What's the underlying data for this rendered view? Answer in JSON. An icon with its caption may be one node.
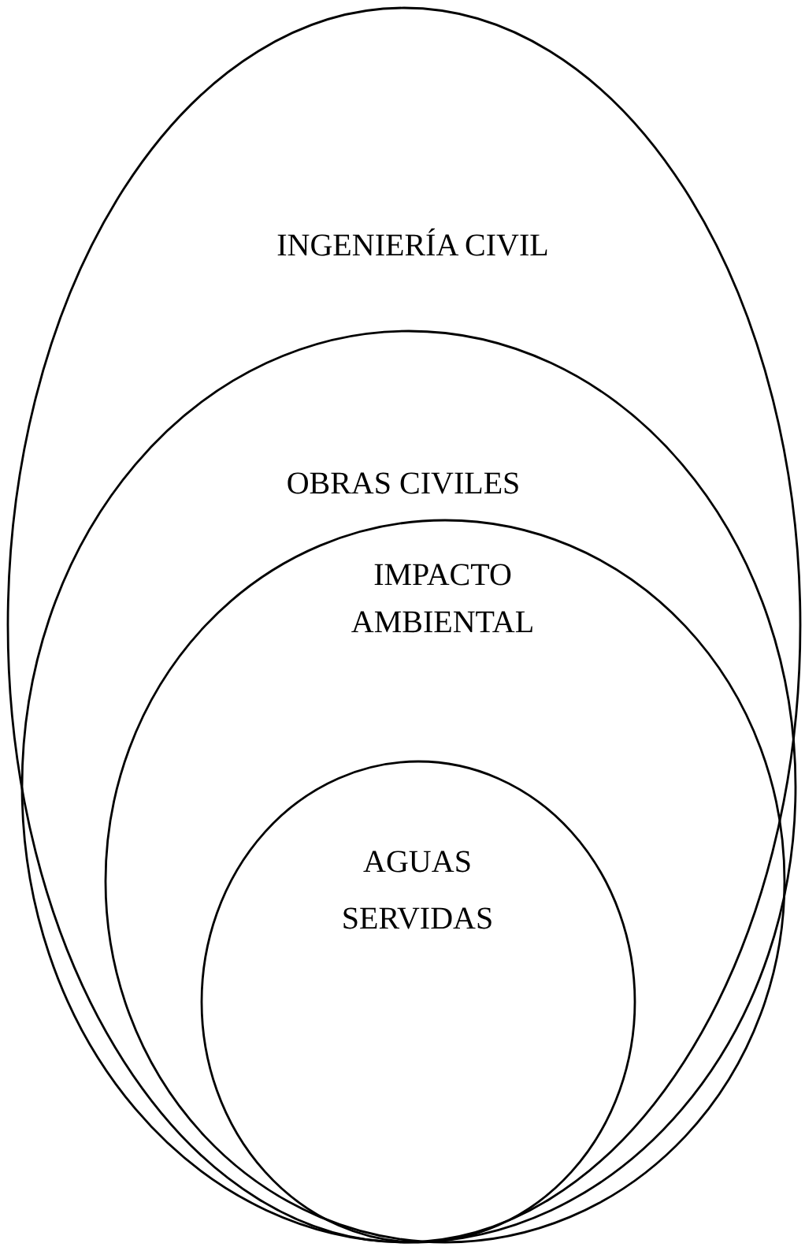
{
  "diagram": {
    "nodes": [
      {
        "text": [
          "INGENIERÍA CIVIL"
        ]
      },
      {
        "text": [
          "OBRAS CIVILES"
        ],
        "in": 0
      },
      {
        "text": [
          "IMPACTO AMBIENTAL"
        ],
        "in": 1
      },
      {
        "text": [
          "AGUAS SERVIDAS"
        ],
        "in": 2
      }
    ]
  }
}
